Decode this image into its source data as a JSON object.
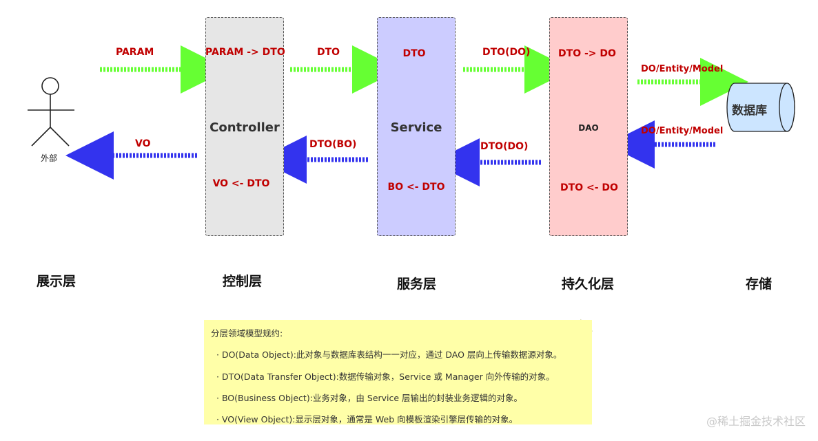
{
  "layers": {
    "presentation": "展示层",
    "control": "控制层",
    "service": "服务层",
    "persistence": "持久化层",
    "storage": "存储"
  },
  "actor": {
    "label": "外部"
  },
  "controller": {
    "title": "Controller",
    "top_text": "PARAM -> DTO",
    "bottom_text": "VO <- DTO"
  },
  "service": {
    "title": "Service",
    "top_text": "DTO",
    "bottom_text": "BO <- DTO"
  },
  "dao": {
    "title": "DAO",
    "top_text": "DTO -> DO",
    "bottom_text": "DTO <- DO"
  },
  "database": {
    "label": "数据库"
  },
  "flows": {
    "param": "PARAM",
    "vo": "VO",
    "dto": "DTO",
    "dto_bo": "DTO(BO)",
    "dto_do_forward": "DTO(DO)",
    "dto_do_back": "DTO(DO)",
    "entity_forward": "DO/Entity/Model",
    "entity_back": "DO/Entity/Model"
  },
  "note": {
    "title": "分层领域模型规约:",
    "items": [
      "· DO(Data Object):此对象与数据库表结构一一对应，通过 DAO 层向上传输数据源对象。",
      "· DTO(Data Transfer Object):数据传输对象，Service 或 Manager 向外传输的对象。",
      "· BO(Business Object):业务对象，由 Service 层输出的封装业务逻辑的对象。",
      "· VO(View Object):显示层对象，通常是 Web 向模板渲染引擎层传输的对象。"
    ]
  },
  "watermark": "@稀土掘金技术社区",
  "colors": {
    "forward_arrow": "#66ff33",
    "back_arrow": "#3333ee",
    "controller_fill": "#e6e6e6",
    "service_fill": "#ccccff",
    "dao_fill": "#ffcccc",
    "db_fill": "#cce5ff",
    "note_fill": "#ffffa8",
    "label_red": "#c00000"
  }
}
